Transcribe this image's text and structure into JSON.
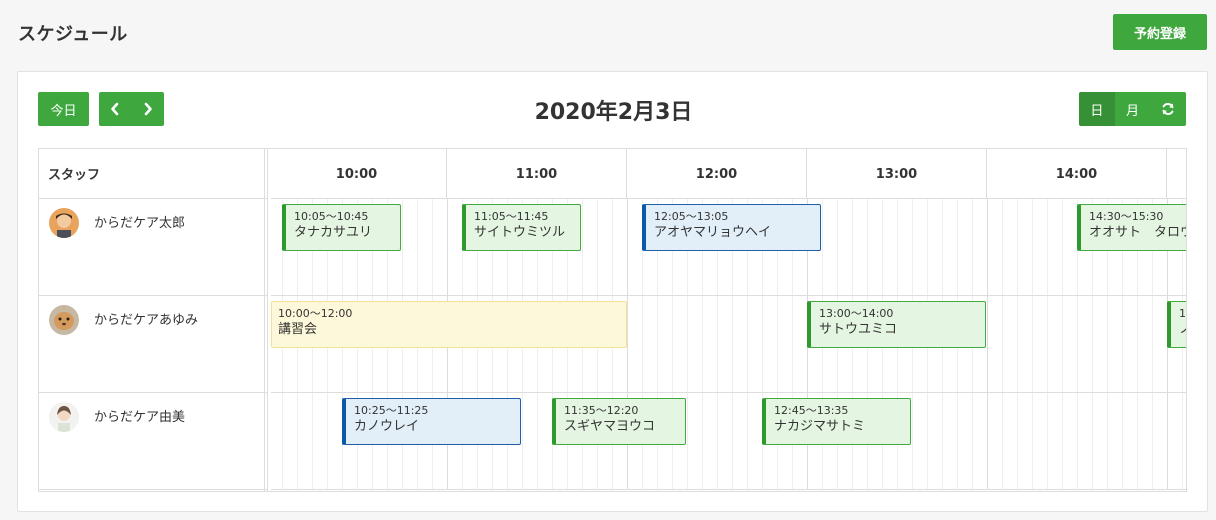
{
  "page": {
    "title": "スケジュール",
    "reserve_button": "予約登録"
  },
  "toolbar": {
    "today": "今日",
    "prev_icon": "chevron-left-icon",
    "next_icon": "chevron-right-icon",
    "date": "2020年2月3日",
    "view_day": "日",
    "view_month": "月",
    "refresh_icon": "refresh-icon"
  },
  "grid": {
    "staff_header": "スタッフ",
    "hours": [
      "10:00",
      "11:00",
      "12:00",
      "13:00",
      "14:00"
    ],
    "staff": [
      {
        "name": "からだケア太郎"
      },
      {
        "name": "からだケアあゆみ"
      },
      {
        "name": "からだケア由美"
      }
    ],
    "events": [
      [
        {
          "time": "10:05〜10:45",
          "name": "タナカサユリ",
          "color": "green"
        },
        {
          "time": "11:05〜11:45",
          "name": "サイトウミツル",
          "color": "green"
        },
        {
          "time": "12:05〜13:05",
          "name": "アオヤマリョウヘイ",
          "color": "blue"
        },
        {
          "time": "14:30〜15:30",
          "name": "オオサト　タロウ",
          "color": "green"
        }
      ],
      [
        {
          "time": "10:00〜12:00",
          "name": "講習会",
          "color": "yellow"
        },
        {
          "time": "13:00〜14:00",
          "name": "サトウユミコ",
          "color": "green"
        },
        {
          "time": "1",
          "name": "ノ",
          "color": "green"
        }
      ],
      [
        {
          "time": "10:25〜11:25",
          "name": "カノウレイ",
          "color": "blue"
        },
        {
          "time": "11:35〜12:20",
          "name": "スギヤマヨウコ",
          "color": "green"
        },
        {
          "time": "12:45〜13:35",
          "name": "ナカジマサトミ",
          "color": "green"
        }
      ]
    ]
  },
  "colors": {
    "accent": "#3ea83e",
    "event_green": "#e4f6e2",
    "event_blue": "#e2eff9",
    "event_yellow": "#fdf8d9"
  }
}
